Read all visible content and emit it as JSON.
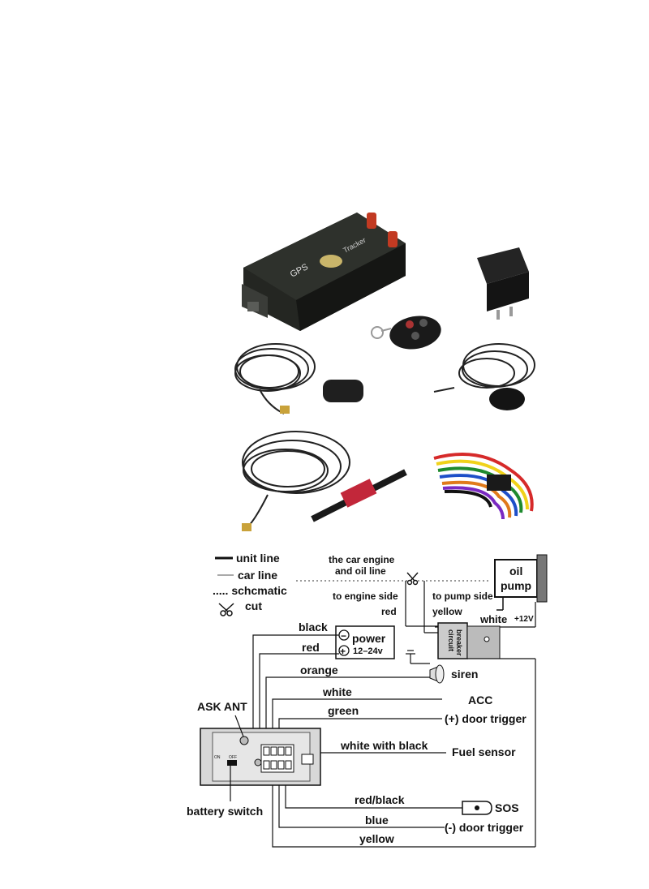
{
  "product": {
    "device_text": "GPS",
    "device_text2": "Tracker"
  },
  "legend": {
    "unit_line": "unit line",
    "car_line": "car line",
    "schematic": "..... schcmatic",
    "cut": "cut"
  },
  "oil": {
    "engine_oil_line_1": "the car engine",
    "engine_oil_line_2": "and oil line",
    "to_engine_side": "to engine side",
    "red": "red",
    "to_pump_side": "to pump side",
    "yellow": "yellow",
    "oil_pump_1": "oil",
    "oil_pump_2": "pump",
    "white_12v": "white",
    "plus12v": "+12V",
    "circuit_breaker_1": "circuit",
    "circuit_breaker_2": "breaker"
  },
  "power": {
    "black": "black",
    "red": "red",
    "minus": "−",
    "plus": "+",
    "label": "power",
    "voltage": "12–24v"
  },
  "wires": {
    "orange": "orange",
    "siren": "siren",
    "white": "white",
    "acc": "ACC",
    "green": "green",
    "door_trigger_pos": "(+) door trigger",
    "white_with_black": "white with black",
    "fuel_sensor": "Fuel sensor",
    "red_black": "red/black",
    "sos": "SOS",
    "blue": "blue",
    "door_trigger_neg": "(-) door trigger",
    "yellow": "yellow"
  },
  "unit": {
    "ask_ant": "ASK ANT",
    "battery_switch": "battery switch",
    "on": "ON",
    "off": "OFF"
  }
}
